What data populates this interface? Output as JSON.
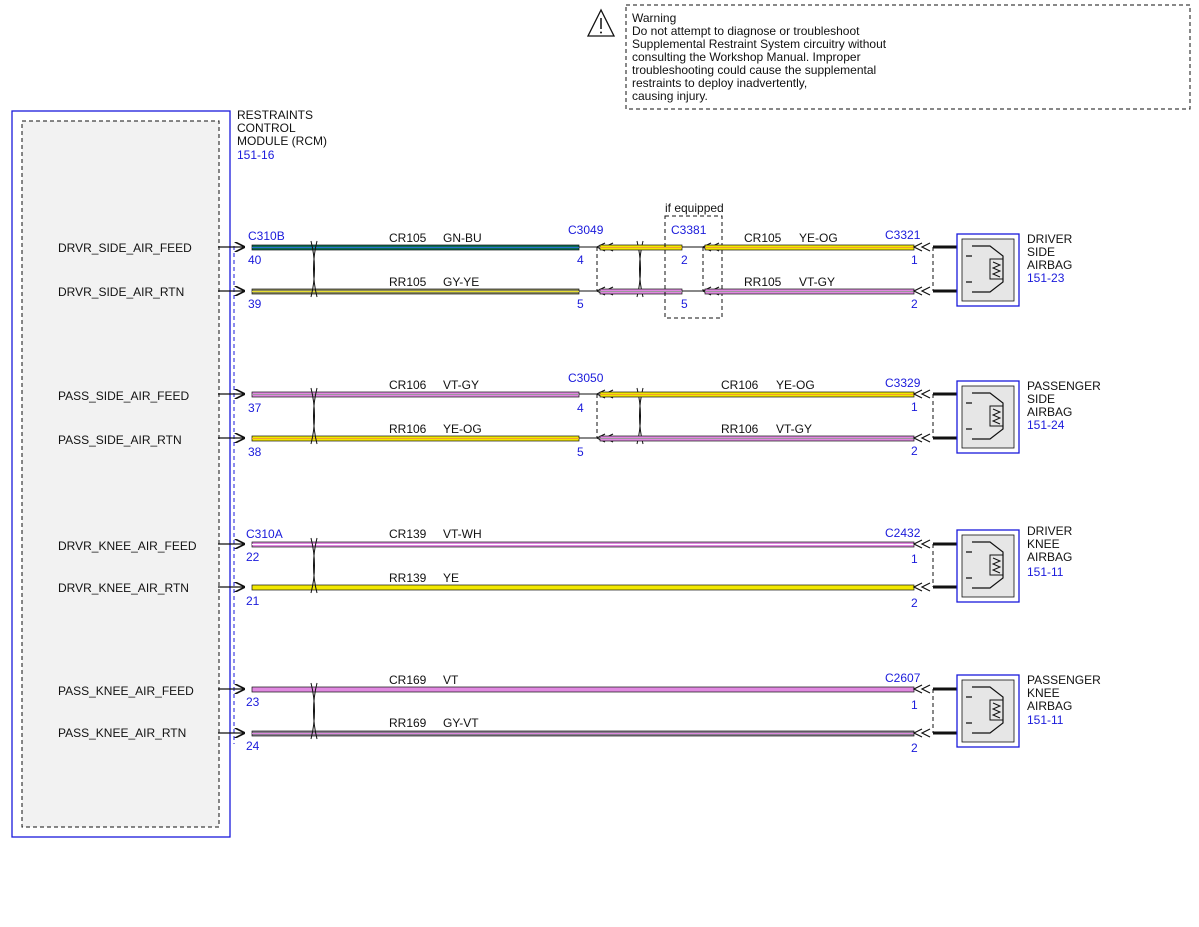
{
  "warning": {
    "title": "Warning",
    "lines": [
      "Do not attempt to diagnose or troubleshoot",
      "Supplemental Restraint System circuitry without",
      "consulting the Workshop Manual. Improper",
      "troubleshooting could cause the supplemental",
      "restraints to deploy inadvertently,",
      "causing injury."
    ]
  },
  "module": {
    "title_lines": [
      "RESTRAINTS",
      "CONTROL",
      "MODULE (RCM)"
    ],
    "ref": "151-16",
    "pins": [
      "DRVR_SIDE_AIR_FEED",
      "DRVR_SIDE_AIR_RTN",
      "PASS_SIDE_AIR_FEED",
      "PASS_SIDE_AIR_RTN",
      "DRVR_KNEE_AIR_FEED",
      "DRVR_KNEE_AIR_RTN",
      "PASS_KNEE_AIR_FEED",
      "PASS_KNEE_AIR_RTN"
    ]
  },
  "connectors": {
    "rcm_b": "C310B",
    "rcm_a": "C310A",
    "c3049": "C3049",
    "c3381": "C3381",
    "c3050": "C3050",
    "c3321": "C3321",
    "c3329": "C3329",
    "c2432": "C2432",
    "c2607": "C2607",
    "if_equipped": "if equipped"
  },
  "pins": {
    "rcm": [
      "40",
      "39",
      "37",
      "38",
      "22",
      "21",
      "23",
      "24"
    ],
    "c3049": [
      "4",
      "5"
    ],
    "c3381": [
      "2",
      "5"
    ],
    "c3050": [
      "4",
      "5"
    ],
    "airbag": [
      "1",
      "2",
      "1",
      "2",
      "1",
      "2",
      "1",
      "2"
    ]
  },
  "wires": {
    "seg1": [
      {
        "circuit": "CR105",
        "color": "GN-BU"
      },
      {
        "circuit": "RR105",
        "color": "GY-YE"
      },
      {
        "circuit": "CR106",
        "color": "VT-GY"
      },
      {
        "circuit": "RR106",
        "color": "YE-OG"
      },
      {
        "circuit": "CR139",
        "color": "VT-WH"
      },
      {
        "circuit": "RR139",
        "color": "YE"
      },
      {
        "circuit": "CR169",
        "color": "VT"
      },
      {
        "circuit": "RR169",
        "color": "GY-VT"
      }
    ],
    "seg2": [
      {
        "circuit": "CR105",
        "color": "YE-OG"
      },
      {
        "circuit": "RR105",
        "color": "VT-GY"
      },
      {
        "circuit": "CR106",
        "color": "YE-OG"
      },
      {
        "circuit": "RR106",
        "color": "VT-GY"
      }
    ]
  },
  "airbags": [
    {
      "lines": [
        "DRIVER",
        "SIDE",
        "AIRBAG"
      ],
      "ref": "151-23"
    },
    {
      "lines": [
        "PASSENGER",
        "SIDE",
        "AIRBAG"
      ],
      "ref": "151-24"
    },
    {
      "lines": [
        "DRIVER",
        "KNEE",
        "AIRBAG"
      ],
      "ref": "151-11"
    },
    {
      "lines": [
        "PASSENGER",
        "KNEE",
        "AIRBAG"
      ],
      "ref": "151-11"
    }
  ],
  "colors": {
    "ref_blue": "#1a1adb",
    "green_blue": "#0c6b53",
    "gray_yellow": "#8c8a5a",
    "violet": "#e089e0",
    "yellow": "#f2e800",
    "gray_violet": "#8a7f8f",
    "module_fill": "#f2f2f2"
  }
}
